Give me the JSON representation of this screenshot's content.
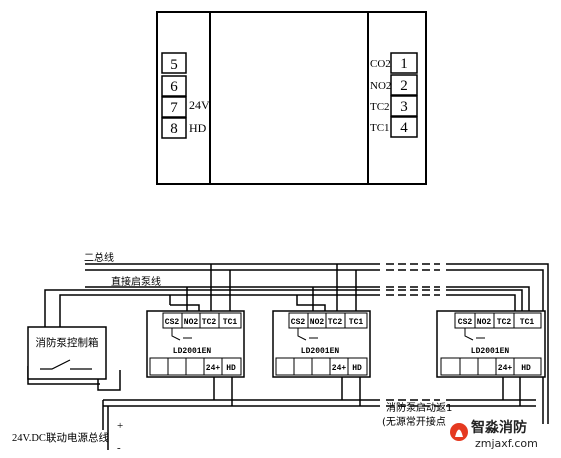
{
  "top_module": {
    "left_terminals": [
      "5",
      "6",
      "7",
      "8"
    ],
    "left_labels": {
      "t7": "24V",
      "t8": "HD"
    },
    "right_terminals": [
      "1",
      "2",
      "3",
      "4"
    ],
    "right_labels": [
      "CO2",
      "NO2",
      "TC2",
      "TC1"
    ]
  },
  "wiring": {
    "bus_label": "二总线",
    "direct_line_label": "直接启泵线",
    "pump_box_label": "消防泵控制箱",
    "module_model": "LD2001EN",
    "module_top_terms": [
      "CS2",
      "NO2",
      "TC2",
      "TC1"
    ],
    "module_bottom_terms": [
      "24+",
      "HD"
    ],
    "power_label": "24V.DC联动电源总线",
    "plus_sign": "+",
    "minus_sign": "-",
    "feedback_label_1": "消防泵启动返1",
    "feedback_label_2": "(无源常开接点"
  },
  "watermark": {
    "brand": "智淼消防",
    "url": "zmjaxf.com",
    "accent": "#e53920"
  }
}
